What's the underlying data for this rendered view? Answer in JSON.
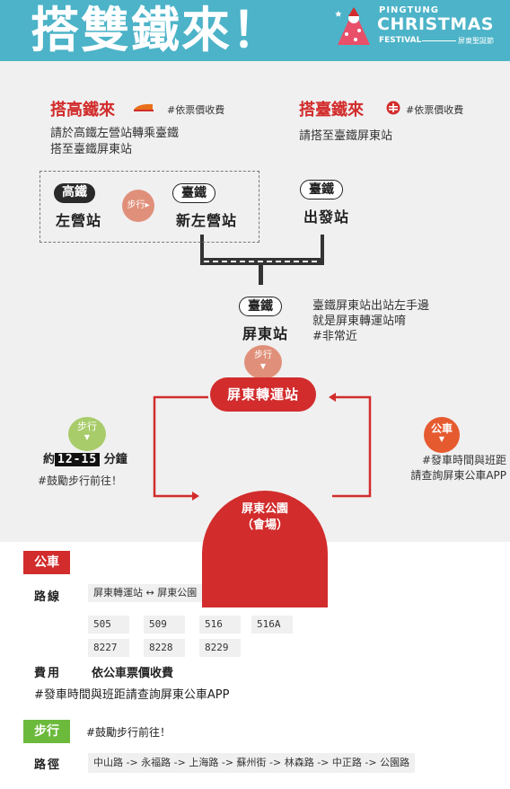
{
  "header": {
    "title": "搭雙鐵來！",
    "festival_top": "PINGTUNG",
    "festival_main": "CHRISTMAS",
    "festival_sub": "FESTIVAL",
    "festival_cn": "屏東聖誕節",
    "bg_color": "#4cb3c8"
  },
  "hsr": {
    "title": "搭高鐵來",
    "fare_note": "#依票價收費",
    "desc_line1": "請於高鐵左營站轉乘臺鐵",
    "desc_line2": "搭至臺鐵屏東站",
    "logo_icon": "hsr-logo-icon"
  },
  "tra": {
    "title": "搭臺鐵來",
    "fare_note": "#依票價收費",
    "desc": "請搭至臺鐵屏東站",
    "logo_icon": "tra-logo-icon"
  },
  "diagram": {
    "hsr_badge": "高鐵",
    "hsr_station": "左營站",
    "walk_label": "步行▸",
    "tra_badge": "臺鐵",
    "xinzuoying_station": "新左營站",
    "depart_badge": "臺鐵",
    "depart_station": "出發站",
    "pt_badge": "臺鐵",
    "pt_station": "屏東站",
    "pt_desc_line1": "臺鐵屏東站出站左手邊",
    "pt_desc_line2": "就是屏東轉運站唷",
    "pt_desc_line3": "#非常近",
    "walk2_label": "步行",
    "walk2_arrow": "▼",
    "hub": "屏東轉運站",
    "walk3_label": "步行",
    "walk3_arrow": "▼",
    "walk_time_prefix": "約",
    "walk_time_value": "12-15",
    "walk_time_suffix": "分鐘",
    "walk_note": "#鼓勵步行前往！",
    "bus_label": "公車",
    "bus_arrow": "▼",
    "bus_note_line1": "#發車時間與班距",
    "bus_note_line2": "請查詢屏東公車APP",
    "park_line1": "屏東公園",
    "park_line2": "（會場）"
  },
  "bus_info": {
    "tag": "公車",
    "route_label": "路線",
    "route": "屏東轉運站 ↔ 屏東公園",
    "lines": [
      "505",
      "509",
      "516",
      "516A",
      "8227",
      "8228",
      "8229"
    ],
    "fare_label": "費用",
    "fare": "依公車票價收費",
    "note": "#發車時間與班距請查詢屏東公車APP"
  },
  "walk_info": {
    "tag": "步行",
    "note": "#鼓勵步行前往！",
    "path_label": "路徑",
    "path": "中山路 -> 永福路 -> 上海路 -> 蘇州街 -> 林森路 -> 中正路 -> 公園路"
  },
  "colors": {
    "accent_red": "#d22c2c",
    "walk_orange": "#e0907a",
    "walk_green": "#a8cc6a",
    "bus_orange": "#e65a30",
    "tag_green": "#6cba3c"
  }
}
